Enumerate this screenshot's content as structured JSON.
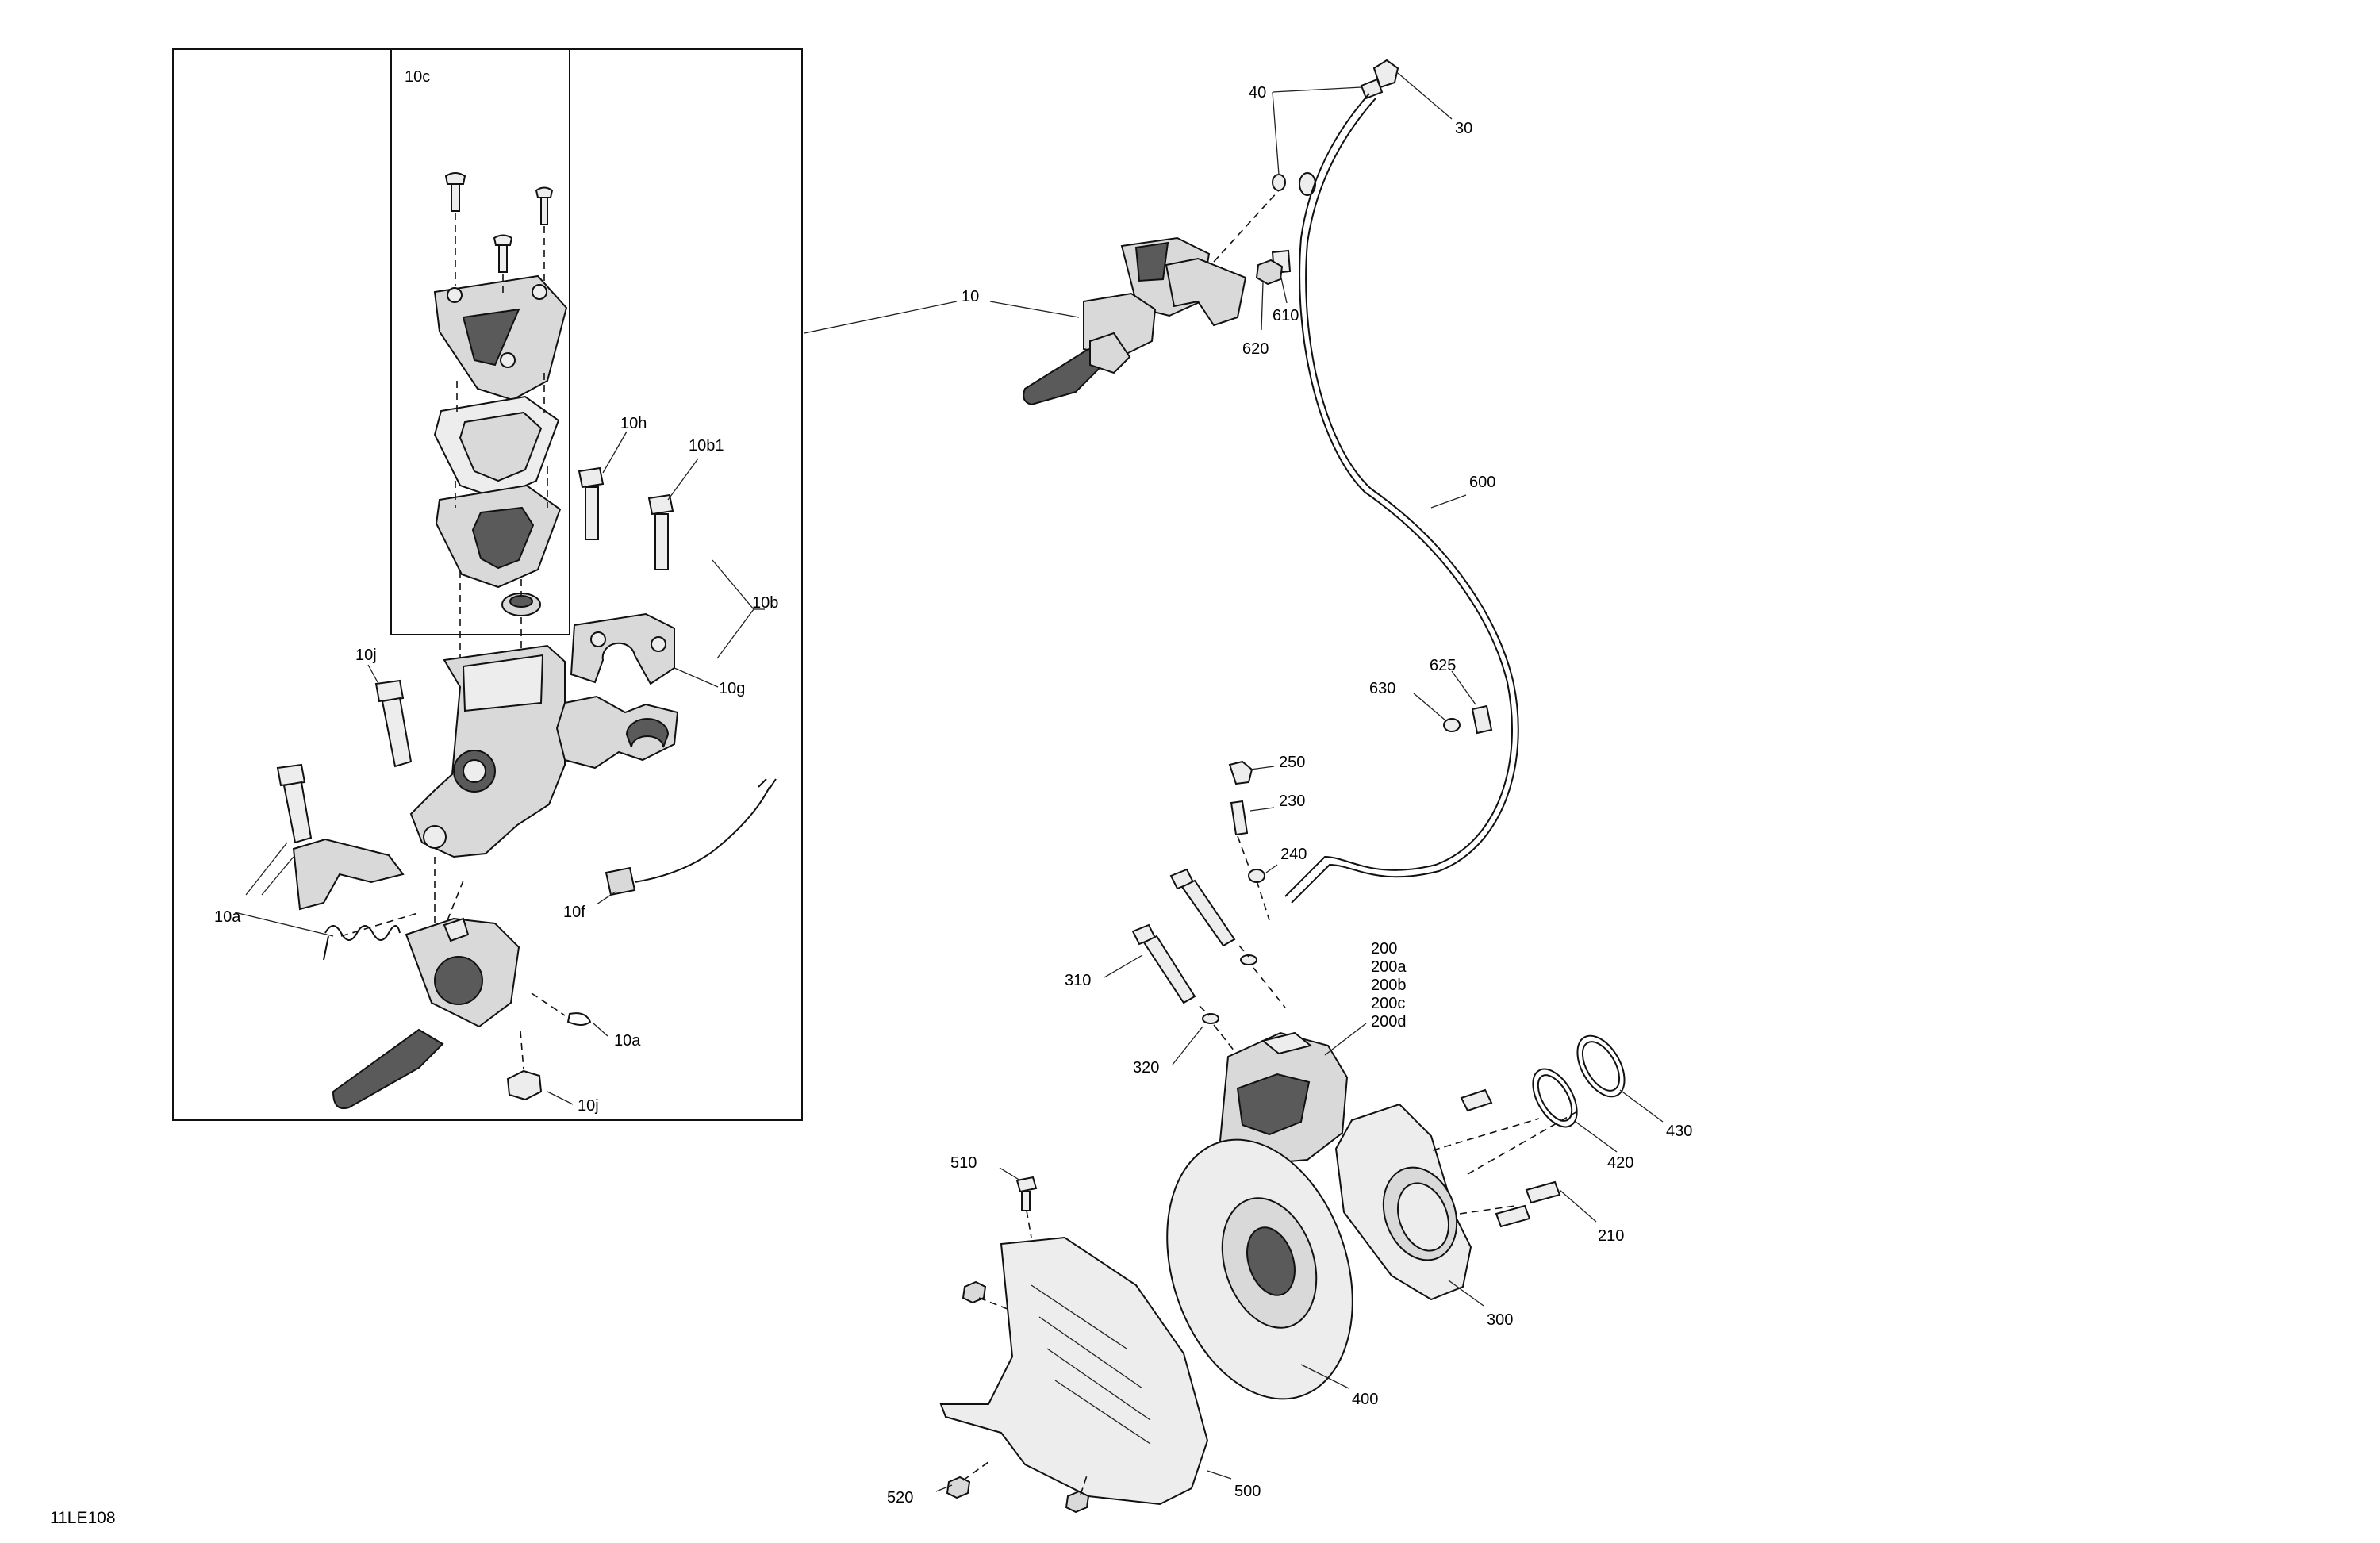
{
  "drawing_id": "11LE108",
  "labels": {
    "l10c": "10c",
    "l10h": "10h",
    "l10b1": "10b1",
    "l10b": "10b",
    "l10g": "10g",
    "l10j_top": "10j",
    "l10a_left": "10a",
    "l10f": "10f",
    "l10a_right": "10a",
    "l10j_bottom": "10j",
    "l10": "10",
    "l40": "40",
    "l30": "30",
    "l610": "610",
    "l620": "620",
    "l600": "600",
    "l625": "625",
    "l630": "630",
    "l250": "250",
    "l230": "230",
    "l240": "240",
    "l310": "310",
    "l320": "320",
    "l200": "200",
    "l200a": "200a",
    "l200b": "200b",
    "l200c": "200c",
    "l200d": "200d",
    "l430": "430",
    "l420": "420",
    "l210": "210",
    "l300": "300",
    "l400": "400",
    "l510": "510",
    "l520": "520",
    "l500": "500"
  },
  "colors": {
    "line": "#111111",
    "part_fill": "#d9d9d9",
    "part_dark": "#5a5a5a",
    "background": "#ffffff"
  }
}
